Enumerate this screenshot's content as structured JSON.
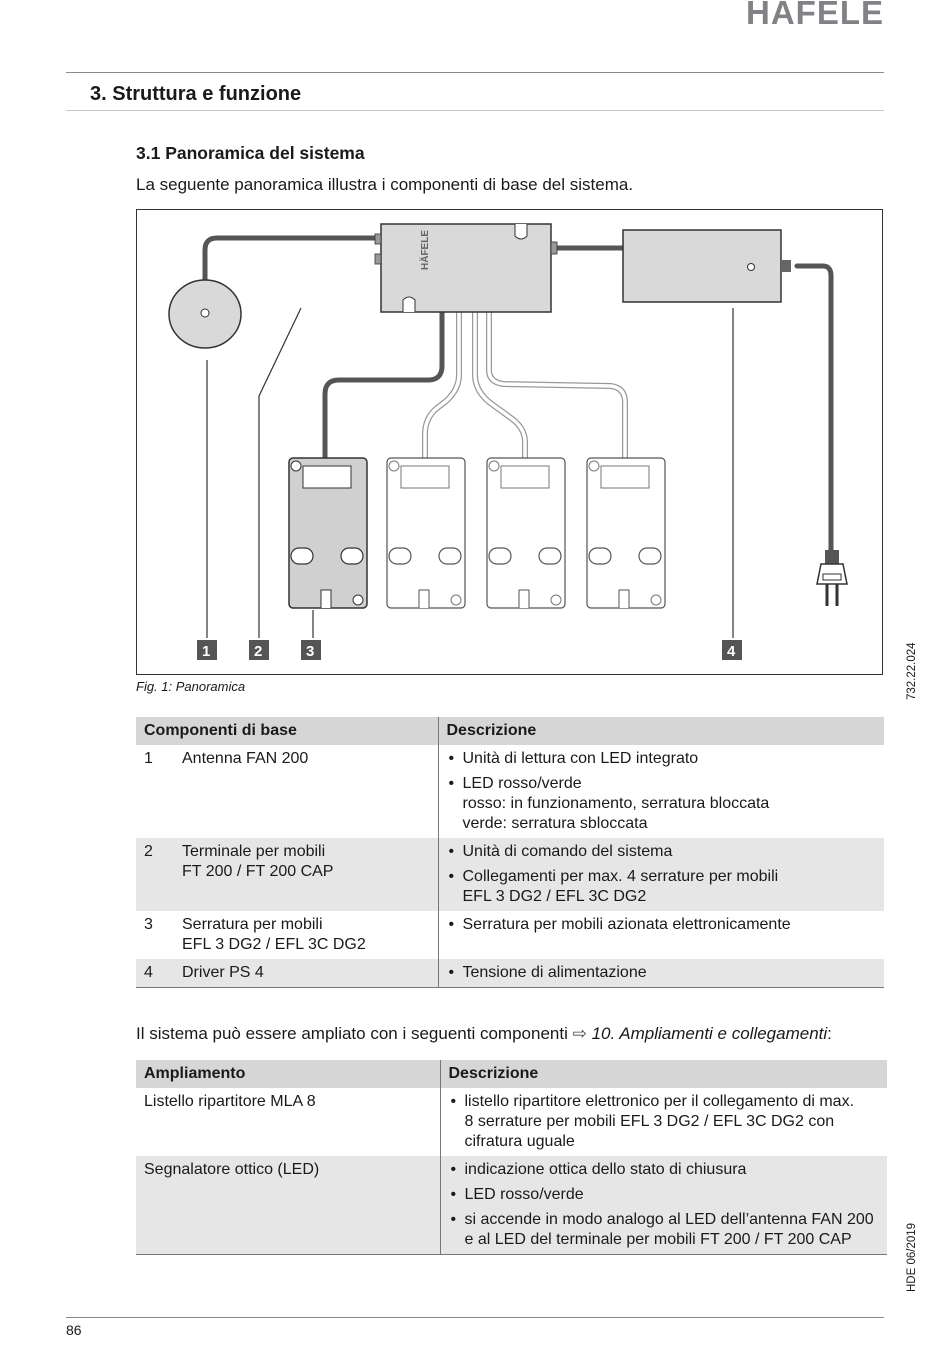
{
  "header": {
    "logo": "HÄFELE"
  },
  "section": {
    "title": "3. Struttura e funzione"
  },
  "subsection": {
    "title": "3.1  Panoramica del sistema",
    "intro": "La seguente panoramica illustra i componenti di base del sistema."
  },
  "figure": {
    "caption": "Fig. 1: Panoramica",
    "callouts": [
      "1",
      "2",
      "3",
      "4"
    ],
    "device_label": "HÄFELE",
    "side_code": "732.22.024"
  },
  "table1": {
    "headers": [
      "Componenti di base",
      "Descrizione"
    ],
    "rows": [
      {
        "num": "1",
        "name": [
          "Antenna FAN 200"
        ],
        "desc": [
          [
            "Unità di lettura con LED integrato"
          ],
          [
            "LED rosso/verde",
            "rosso: in funzionamento, serratura bloccata",
            "verde: serratura sbloccata"
          ]
        ]
      },
      {
        "num": "2",
        "name": [
          "Terminale per mobili",
          "FT 200 / FT 200 CAP"
        ],
        "desc": [
          [
            "Unità di comando del sistema"
          ],
          [
            "Collegamenti per max. 4 serrature per mobili",
            "EFL 3 DG2 / EFL 3C DG2"
          ]
        ]
      },
      {
        "num": "3",
        "name": [
          "Serratura per mobili",
          "EFL 3 DG2 / EFL 3C DG2"
        ],
        "desc": [
          [
            "Serratura per mobili azionata elettronicamente"
          ]
        ]
      },
      {
        "num": "4",
        "name": [
          "Driver PS 4"
        ],
        "desc": [
          [
            "Tensione di alimentazione"
          ]
        ]
      }
    ]
  },
  "extension": {
    "text_before": "Il sistema può essere ampliato con i seguenti componenti ",
    "arrow": "⇨",
    "link": "10. Ampliamenti e collegamenti",
    "text_after": ":"
  },
  "table2": {
    "headers": [
      "Ampliamento",
      "Descrizione"
    ],
    "rows": [
      {
        "name": "Listello ripartitore MLA 8",
        "desc": [
          [
            "listello ripartitore elettronico per il collegamento di max.",
            "8 serrature per mobili EFL 3 DG2 / EFL 3C DG2 con",
            "cifratura uguale"
          ]
        ]
      },
      {
        "name": "Segnalatore ottico (LED)",
        "desc": [
          [
            "indicazione ottica dello stato di chiusura"
          ],
          [
            "LED rosso/verde"
          ],
          [
            "si accende in modo analogo al LED dell’antenna FAN 200",
            "e al LED del terminale per mobili FT 200 / FT 200 CAP"
          ]
        ]
      }
    ]
  },
  "footer": {
    "page_number": "86",
    "side_date": "HDE 06/2019"
  }
}
